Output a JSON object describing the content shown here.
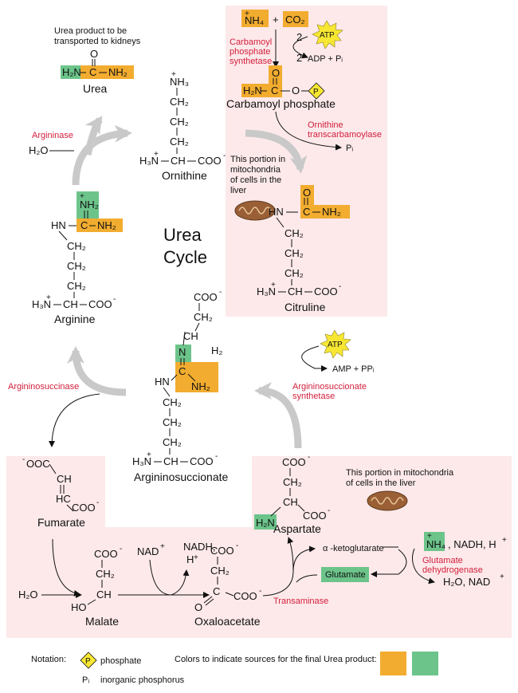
{
  "colors": {
    "nitrogen_orange": "#f2ac2f",
    "nitrogen_green": "#6cc48a",
    "mito_pink": "#fde9ea",
    "enzyme_red": "#d21f3c",
    "atp_yellow": "#f7e733",
    "cycle_grey": "#c9c9c9"
  },
  "title": {
    "line1": "Urea",
    "line2": "Cycle"
  },
  "urea": {
    "note_line1": "Urea product to be",
    "note_line2": "transported to kidneys",
    "name": "Urea",
    "o": "O",
    "h2n": "H₂N",
    "c": "C",
    "nh2": "NH₂"
  },
  "argininase": {
    "enzyme": "Argininase",
    "water": "H₂O"
  },
  "ornithine": {
    "nh3": "NH₃",
    "ch2": "CH₂",
    "h3n": "H₃N",
    "ch": "CH",
    "coo": "COO",
    "name": "Ornithine"
  },
  "carbamoyl": {
    "nh4": "NH₄",
    "plus": "+",
    "co2": "CO₂",
    "two_atp": "2",
    "atp": "ATP",
    "two_adp": "2",
    "adp_pi": "ADP + Pᵢ",
    "enzyme_line1": "Carbamoyl",
    "enzyme_line2": "phosphate",
    "enzyme_line3": "synthetase",
    "h2n": "H₂N",
    "c": "C",
    "o": "O",
    "p": "P",
    "name": "Carbamoyl phosphate"
  },
  "otc": {
    "line1": "Ornithine",
    "line2": "transcarbamoylase",
    "pi": "Pᵢ"
  },
  "mito_top": {
    "line1": "This portion in",
    "line2": "mitochondria",
    "line3": "of cells in the",
    "line4": "liver"
  },
  "citruline": {
    "o": "O",
    "hn": "HN",
    "c": "C",
    "nh2": "NH₂",
    "ch2": "CH₂",
    "h3n": "H₃N",
    "ch": "CH",
    "coo": "COO",
    "name": "Citruline"
  },
  "arginine": {
    "nh2": "NH₂",
    "hn": "HN",
    "c": "C",
    "nh2b": "NH₂",
    "ch2": "CH₂",
    "h3n": "H₃N",
    "ch": "CH",
    "coo": "COO",
    "name": "Arginine"
  },
  "argininosuccinate": {
    "coo": "COO",
    "ch2": "CH₂",
    "ch": "CH",
    "h2": "H₂",
    "n": "N",
    "c": "C",
    "nh2": "NH₂",
    "hn": "HN",
    "h3n": "H₃N",
    "name": "Argininosuccionate"
  },
  "ass": {
    "atp": "ATP",
    "amp": "AMP + PPᵢ",
    "line1": "Argininosuccionate",
    "line2": "synthetase"
  },
  "asl": {
    "enzyme": "Argininosuccinase"
  },
  "fumarate": {
    "ooc": "OOC",
    "ch": "CH",
    "hc": "HC",
    "coo": "COO",
    "name": "Fumarate"
  },
  "malate": {
    "water": "H₂O",
    "coo": "COO",
    "ch2": "CH₂",
    "ho": "HO",
    "ch": "CH",
    "name": "Malate"
  },
  "nad": {
    "nad": "NAD",
    "nadh": "NADH,",
    "hplus": "H",
    "plus_sign": "+"
  },
  "oxaloacetate": {
    "coo": "COO",
    "ch2": "CH₂",
    "o": "O",
    "c": "C",
    "coo2": "COO",
    "name": "Oxaloacetate"
  },
  "aspartate": {
    "coo": "COO",
    "ch2": "CH₂",
    "h2n": "H₂N",
    "ch": "CH",
    "coo2": "COO",
    "name": "Aspartate"
  },
  "transamination": {
    "akg": "α -ketoglutarate",
    "glutamate": "Glutamate",
    "enzyme": "Transaminase"
  },
  "gdh": {
    "nh4": "NH₄",
    "nadh": ", NADH,  H",
    "enzyme_line1": "Glutamate",
    "enzyme_line2": "dehydrogenase",
    "water": "H₂O,  NAD"
  },
  "mito_bottom": {
    "line1": "This portion in mitochondria",
    "line2": "of cells in the liver"
  },
  "legend": {
    "notation": "Notation:",
    "p": "P",
    "phosphate": "phosphate",
    "pi": "Pᵢ",
    "inorganic": "inorganic phosphorus",
    "colors_text": "Colors to indicate sources for the final Urea product:"
  }
}
